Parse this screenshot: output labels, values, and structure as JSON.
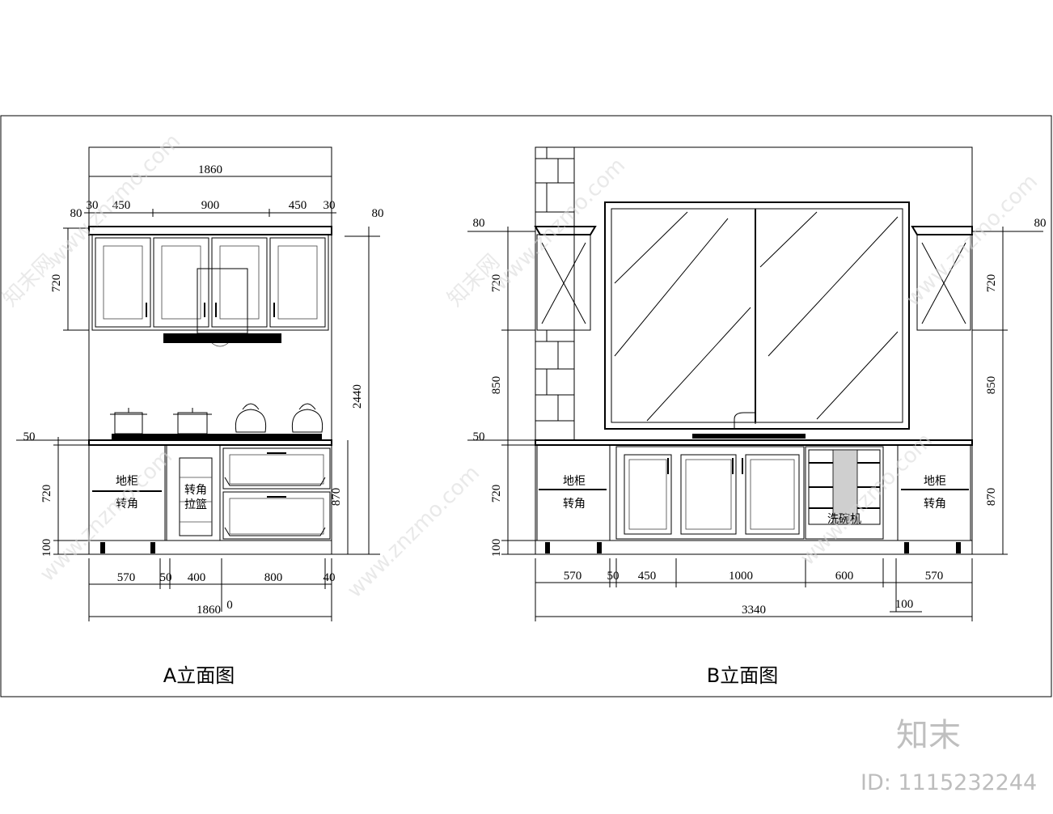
{
  "sheet": {
    "elevation_a_title": "A立面图",
    "elevation_b_title": "B立面图"
  },
  "elevation_a": {
    "top_total": "1860",
    "top_segments": [
      "30",
      "450",
      "900",
      "450",
      "30"
    ],
    "left_80": "80",
    "right_80": "80",
    "wall_720": "720",
    "base_50": "50",
    "base_720": "720",
    "base_100": "100",
    "right_2440": "2440",
    "right_870": "870",
    "bottom_segments": [
      "570",
      "50",
      "400",
      "800",
      "40"
    ],
    "bottom_total": "1860",
    "bottom_zero": "0",
    "label_corner_1": "地柜",
    "label_corner_2": "转角",
    "label_pullout_1": "转角",
    "label_pullout_2": "拉篮"
  },
  "elevation_b": {
    "left_80": "80",
    "right_80": "80",
    "left_720": "720",
    "left_850": "850",
    "left_50": "50",
    "left_base_720": "720",
    "left_100": "100",
    "right_720": "720",
    "right_850": "850",
    "right_870": "870",
    "bottom_segments": [
      "570",
      "50",
      "450",
      "1000",
      "600",
      "570"
    ],
    "bottom_extra": "100",
    "bottom_total": "3340",
    "label_corner_l1": "地柜",
    "label_corner_l2": "转角",
    "label_corner_r1": "地柜",
    "label_corner_r2": "转角",
    "label_dishwasher": "洗碗机"
  },
  "watermark": {
    "text": "www.znzmo.com",
    "brand_small": "知末网",
    "brand": "知末",
    "id_label": "ID: 1115232244"
  }
}
